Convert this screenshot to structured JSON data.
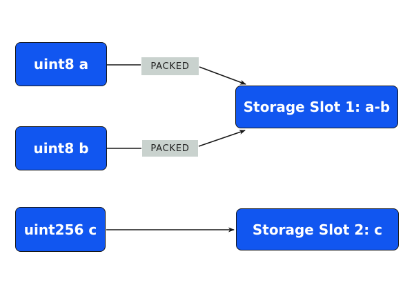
{
  "colors": {
    "node-blue": "#1156f0",
    "node-text": "#ffffff",
    "node-border": "#161616",
    "packed-bg": "#c9d2ce",
    "packed-text": "#1c1c1c",
    "connector": "#161616",
    "background": "#ffffff"
  },
  "nodes": {
    "var_a": "uint8 a",
    "var_b": "uint8 b",
    "var_c": "uint256 c",
    "slot1": "Storage Slot 1: a-b",
    "slot2": "Storage Slot 2: c"
  },
  "edge_labels": {
    "packed_a": "PACKED",
    "packed_b": "PACKED"
  }
}
